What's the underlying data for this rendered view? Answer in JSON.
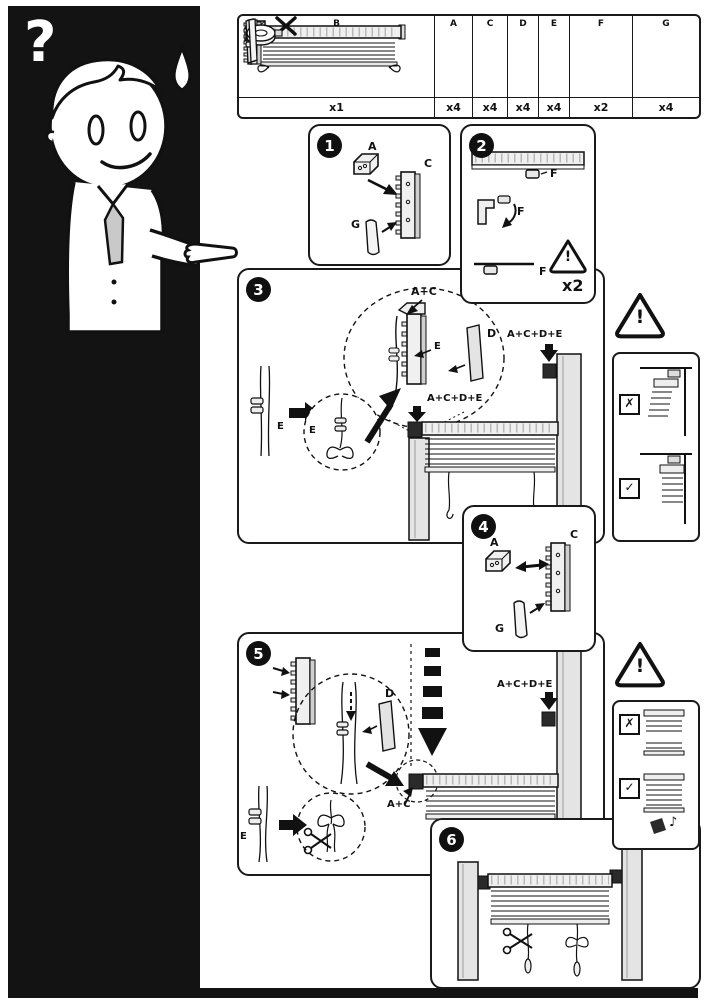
{
  "mascot": {
    "question_mark": "?"
  },
  "parts": {
    "items": [
      {
        "id": "B",
        "qty": "x1"
      },
      {
        "id": "A",
        "qty": "x4"
      },
      {
        "id": "C",
        "qty": "x4"
      },
      {
        "id": "D",
        "qty": "x4"
      },
      {
        "id": "E",
        "qty": "x4"
      },
      {
        "id": "F",
        "qty": "x2"
      },
      {
        "id": "G",
        "qty": "x4"
      }
    ]
  },
  "steps": {
    "s1": {
      "number": "1",
      "labels": {
        "a": "A",
        "c": "C",
        "g": "G"
      }
    },
    "s2": {
      "number": "2",
      "labels": {
        "f_top": "F",
        "f_mid": "F",
        "f_bottom": "F"
      },
      "warning": {
        "mark": "!",
        "repeat": "x2"
      }
    },
    "s3": {
      "number": "3",
      "labels": {
        "ac": "A+C",
        "e_detail": "E",
        "d": "D",
        "acde_top": "A+C+D+E",
        "acde_left": "A+C+D+E",
        "e_cord": "E",
        "e_zoom": "E"
      }
    },
    "s4": {
      "number": "4",
      "labels": {
        "a": "A",
        "c": "C",
        "g": "G"
      }
    },
    "s5": {
      "number": "5",
      "labels": {
        "d": "D",
        "acde": "A+C+D+E",
        "ac": "A+C",
        "e": "E"
      }
    },
    "s6": {
      "number": "6"
    }
  },
  "callouts": {
    "step3": {
      "warning_mark": "!",
      "wrong_mark": "✗",
      "right_mark": "✓"
    },
    "step5": {
      "warning_mark": "!",
      "wrong_mark": "✗",
      "right_mark": "✓",
      "click_note": "♪"
    }
  }
}
